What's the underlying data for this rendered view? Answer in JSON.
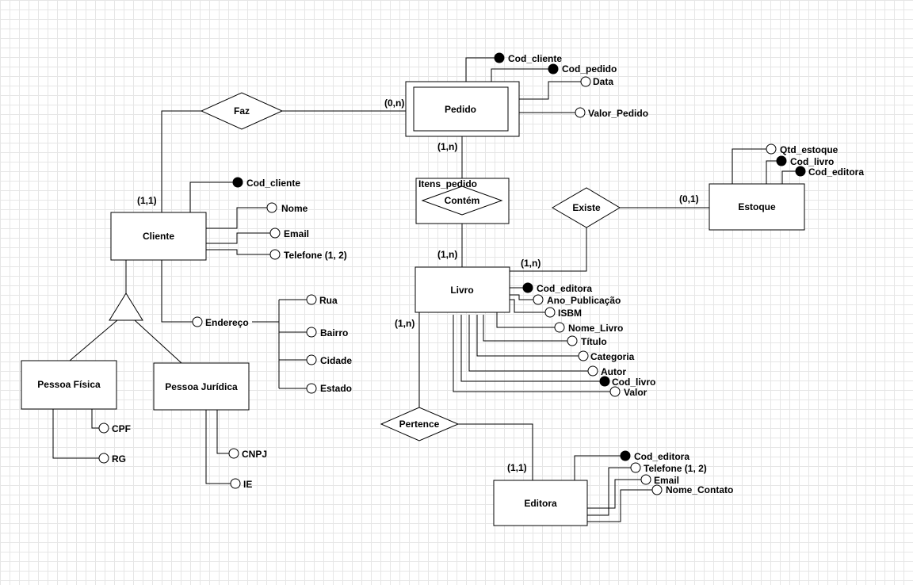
{
  "entities": {
    "pedido": "Pedido",
    "cliente": "Cliente",
    "livro": "Livro",
    "estoque": "Estoque",
    "editora": "Editora",
    "pessoa_fisica": "Pessoa Física",
    "pessoa_juridica": "Pessoa Jurídica"
  },
  "relationships": {
    "faz": "Faz",
    "contem": "Contém",
    "existe": "Existe",
    "pertence": "Pertence",
    "itens_pedido": "Itens_pedido"
  },
  "cardinalities": {
    "faz_pedido": "(0,n)",
    "faz_cliente": "(1,1)",
    "contem_pedido": "(1,n)",
    "contem_livro": "(1,n)",
    "existe_livro": "(1,n)",
    "existe_estoque": "(0,1)",
    "pertence_livro": "(1,n)",
    "pertence_editora": "(1,1)"
  },
  "attributes": {
    "pedido": {
      "cod_cliente": "Cod_cliente",
      "cod_pedido": "Cod_pedido",
      "data": "Data",
      "valor_pedido": "Valor_Pedido"
    },
    "cliente": {
      "cod_cliente": "Cod_cliente",
      "nome": "Nome",
      "email": "Email",
      "telefone": "Telefone (1, 2)",
      "endereco": "Endereço",
      "rua": "Rua",
      "bairro": "Bairro",
      "cidade": "Cidade",
      "estado": "Estado"
    },
    "pessoa_fisica": {
      "cpf": "CPF",
      "rg": "RG"
    },
    "pessoa_juridica": {
      "cnpj": "CNPJ",
      "ie": "IE"
    },
    "estoque": {
      "qtd_estoque": "Qtd_estoque",
      "cod_livro": "Cod_livro",
      "cod_editora": "Cod_editora"
    },
    "livro": {
      "cod_editora": "Cod_editora",
      "ano_publicacao": "Ano_Publicação",
      "isbm": "ISBM",
      "nome_livro": "Nome_Livro",
      "titulo": "Título",
      "categoria": "Categoria",
      "autor": "Autor",
      "cod_livro": "Cod_livro",
      "valor": "Valor"
    },
    "editora": {
      "cod_editora": "Cod_editora",
      "telefone": "Telefone (1, 2)",
      "email": "Email",
      "nome_contato": "Nome_Contato"
    }
  }
}
